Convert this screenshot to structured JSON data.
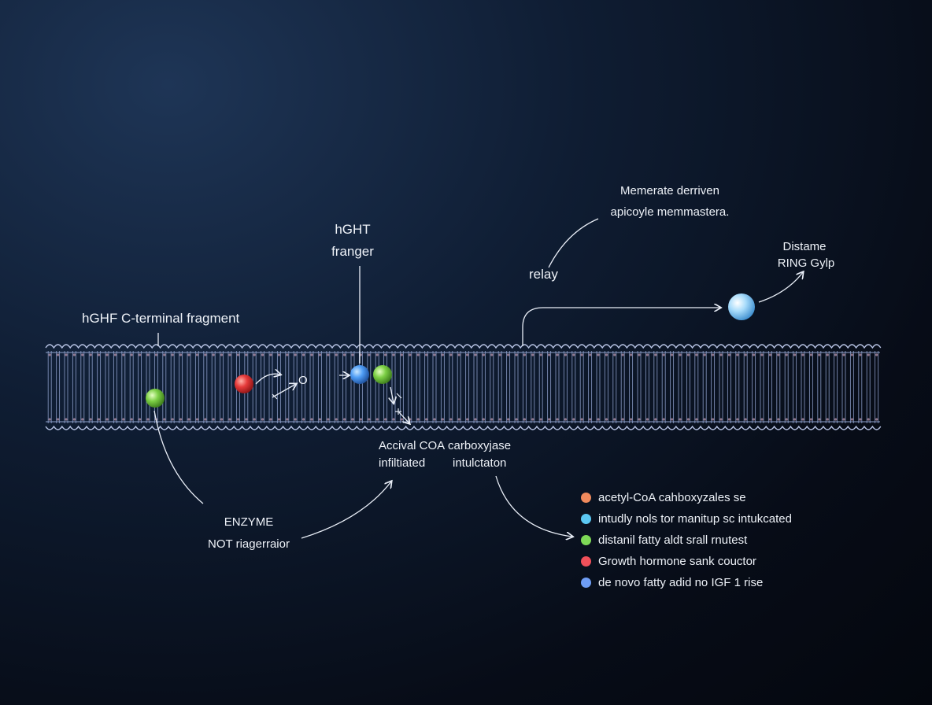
{
  "labels": {
    "fragment": "hGHF C-terminal fragment",
    "hght_line1": "hGHT",
    "hght_line2": "franger",
    "relay": "relay",
    "memerate_line1": "Memerate derriven",
    "memerate_line2": "apicoyle memmastera.",
    "distame_line1": "Distame",
    "distame_line2": "RING Gylp",
    "accival_line1": "Accival COA",
    "accival_line2": "infiltiated",
    "carboxy_line1": "carboxyjase",
    "carboxy_line2": "intulctaton",
    "enzyme_line1": "ENZYME",
    "enzyme_line2": "NOT riagerraior",
    "inline_o": "O"
  },
  "legend": [
    {
      "text": "acetyl-CoA cahboxyzales se",
      "color": "#f08a5d"
    },
    {
      "text": "intudly nols tor manitup sc intukcated",
      "color": "#5bc7f2"
    },
    {
      "text": "distanil fatty aldt srall rnutest",
      "color": "#7ed957"
    },
    {
      "text": "Growth hormone sank couctor",
      "color": "#f0505a"
    },
    {
      "text": "de novo fatty adid no IGF 1 rise",
      "color": "#6f9ef5"
    }
  ],
  "colors": {
    "membrane_line": "#8fa1cc",
    "head": "#b9c5e6",
    "red": "#e63b3b",
    "blue": "#4f9df5",
    "green": "#7ccf45",
    "lightblue": "#a8dcfb"
  }
}
